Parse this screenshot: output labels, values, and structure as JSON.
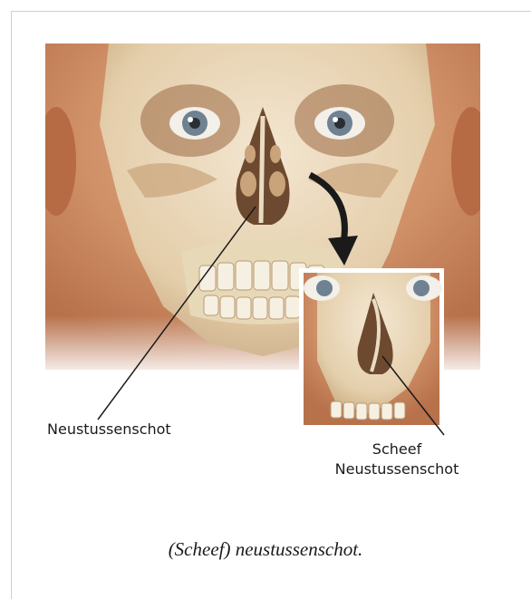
{
  "labels": {
    "septum": "Neustussenschot",
    "deviated_line1": "Scheef",
    "deviated_line2": "Neustussenschot"
  },
  "caption": "(Scheef) neustussenschot.",
  "colors": {
    "skin": "#c98a66",
    "bone": "#eadcc0",
    "shadow": "#8a5a3a"
  }
}
